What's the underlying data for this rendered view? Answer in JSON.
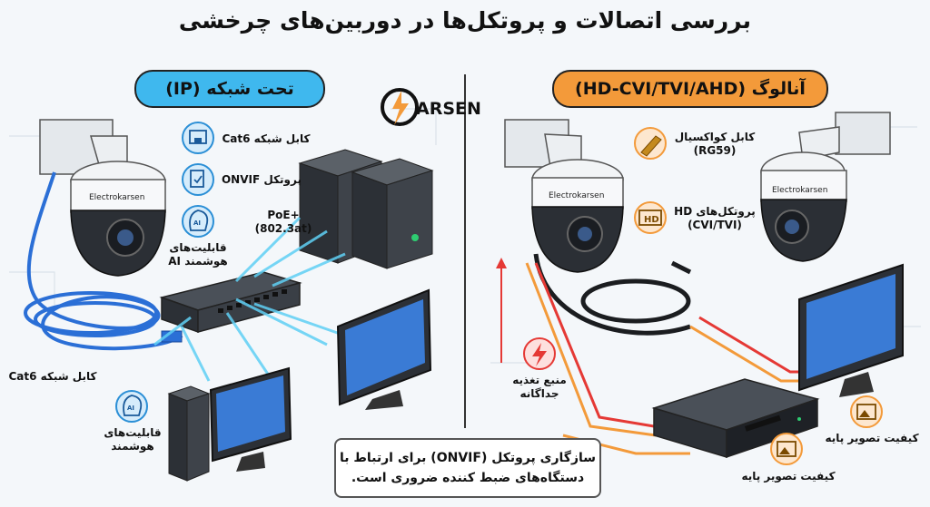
{
  "title": "بررسی اتصالات و پروتکل‌ها در دوربین‌های چرخشی",
  "logo": {
    "text": "ARSEN"
  },
  "ip_section": {
    "heading": "تحت شبکه (IP)",
    "camera_brand": "Electrokarsen",
    "labels": {
      "cat6_top": "کابل شبکه Cat6",
      "onvif": "پروتکل ONVIF",
      "ai": "قابلیت‌های هوشمند AI",
      "poe": "PoE+ (802.3at)",
      "cat6_bottom": "کابل شبکه Cat6",
      "smart": "قابلیت‌های هوشمند"
    },
    "note": "سازگاری پروتکل (ONVIF) برای ارتباط با دستگاه‌های ضبط کننده ضروری است."
  },
  "analog_section": {
    "heading": "آنالوگ (HD-CVI/TVI/AHD)",
    "camera_brand": "Electrokarsen",
    "labels": {
      "coax": "کابل کواکسیال (RG59)",
      "hd_protocols": "پروتکل‌های HD (CVI/TVI)",
      "hd_badge": "HD",
      "power": "منبع تغذیه جداگانه",
      "quality_left": "کیفیت تصویر پایه",
      "quality_right": "کیفیت تصویر پایه"
    }
  },
  "colors": {
    "ip_accent": "#3fb8ee",
    "analog_accent": "#f39a3a",
    "power": "#e53935",
    "cable_blue": "#2b6fd6"
  }
}
